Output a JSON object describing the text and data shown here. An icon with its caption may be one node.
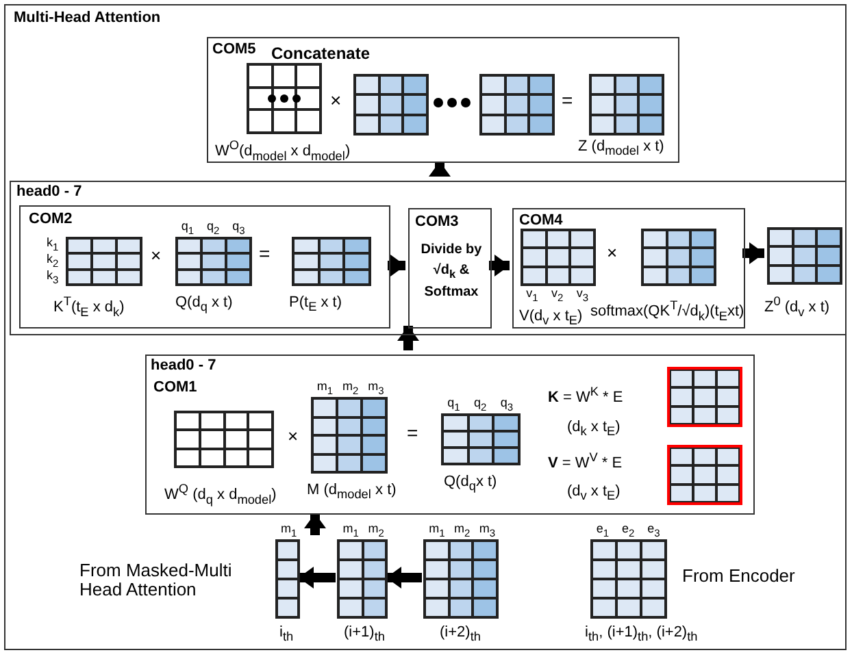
{
  "diagram": {
    "nodes": [
      {
        "text": [
          "Multi-Head Attention"
        ]
      },
      {
        "text": [
          "COM5",
          "Concatenate"
        ],
        "in": 0
      },
      {
        "text": [],
        "shape": "grid",
        "in": 1,
        "beside": [
          "W$^{O}$(d$_{model}$ x d$_{model}$)"
        ]
      },
      {
        "text": [],
        "shape": "grid",
        "in": 1
      },
      {
        "text": [],
        "shape": "grid",
        "in": 1
      },
      {
        "text": [],
        "shape": "grid",
        "in": 1,
        "beside": [
          "Z (d$_{model}$ x t)"
        ]
      },
      {
        "text": [
          "head0 - 7"
        ],
        "in": 0
      },
      {
        "text": [
          "COM2"
        ],
        "in": 6
      },
      {
        "text": [],
        "shape": "grid",
        "in": 7,
        "beside": [
          "k$_{1}$",
          "k$_{2}$",
          "k$_{3}$",
          "K$^{T}$(t$_{E}$ x d$_{k}$)"
        ]
      },
      {
        "text": [],
        "shape": "grid",
        "in": 7,
        "beside": [
          "q$_{1}$",
          "q$_{2}$",
          "q$_{3}$",
          "Q(d$_{q}$ x t)"
        ]
      },
      {
        "text": [],
        "shape": "grid",
        "in": 7,
        "beside": [
          "P(t$_{E}$ x t)"
        ]
      },
      {
        "text": [
          "COM3",
          "Divide by √d$_{k}$ & Softmax"
        ],
        "in": 6
      },
      {
        "text": [
          "COM4"
        ],
        "in": 6
      },
      {
        "text": [],
        "shape": "grid",
        "in": 12,
        "beside": [
          "v$_{1}$",
          "v$_{2}$",
          "v$_{3}$",
          "V(d$_{v}$ x t$_{E}$)"
        ]
      },
      {
        "text": [],
        "shape": "grid",
        "in": 12,
        "beside": [
          "softmax(QK$^{T}$/√d$_{k}$)(t$_{E}$xt)"
        ]
      },
      {
        "text": [],
        "shape": "grid",
        "in": 6,
        "beside": [
          "Z$^{0}$ (d$_{v}$ x t)"
        ]
      },
      {
        "text": [
          "head0 - 7",
          "COM1"
        ],
        "in": 0
      },
      {
        "text": [],
        "shape": "grid",
        "in": 16,
        "beside": [
          "W$^{Q}$ (d$_{q}$ x d$_{model}$)"
        ]
      },
      {
        "text": [],
        "shape": "grid",
        "in": 16,
        "beside": [
          "m$_{1}$",
          "m$_{2}$",
          "m$_{3}$",
          "M (d$_{model}$ x t)"
        ]
      },
      {
        "text": [],
        "shape": "grid",
        "in": 16,
        "beside": [
          "q$_{1}$",
          "q$_{2}$",
          "q$_{3}$",
          "Q(d$_{q}$x t)"
        ]
      },
      {
        "text": [],
        "shape": "grid",
        "in": 16,
        "beside": [
          "**K** = W$^{K}$ * E",
          "(d$_{k}$ x t$_{E}$)"
        ]
      },
      {
        "text": [],
        "shape": "grid",
        "in": 16,
        "beside": [
          "**V** = W$^{V}$ * E",
          "(d$_{v}$ x t$_{E}$)"
        ]
      },
      {
        "text": [],
        "shape": "grid",
        "in": 0,
        "beside": [
          "m$_{1}$",
          "i$_{th}$"
        ]
      },
      {
        "text": [],
        "shape": "grid",
        "in": 0,
        "beside": [
          "m$_{1}$",
          "m$_{2}$",
          "(i+1)$_{th}$"
        ]
      },
      {
        "text": [],
        "shape": "grid",
        "in": 0,
        "beside": [
          "m$_{1}$",
          "m$_{2}$",
          "m$_{3}$",
          "(i+2)$_{th}$"
        ]
      },
      {
        "text": [],
        "shape": "grid",
        "in": 0,
        "beside": [
          "e$_{1}$",
          "e$_{2}$",
          "e$_{3}$",
          "From Encoder",
          "i$_{th}$, (i+1)$_{th}$, (i+2)$_{th}$"
        ]
      }
    ],
    "edges": [
      {
        "from": 24,
        "to": 23,
        "arrow": "to"
      },
      {
        "from": 23,
        "to": 22,
        "arrow": "to"
      },
      {
        "from": 22,
        "to": 16,
        "arrow": "to"
      },
      {
        "from": 16,
        "to": 11,
        "arrow": "to"
      },
      {
        "from": 7,
        "to": 11,
        "arrow": "to"
      },
      {
        "from": 11,
        "to": 12,
        "arrow": "to"
      },
      {
        "from": 12,
        "to": 15,
        "arrow": "to"
      },
      {
        "from": 6,
        "to": 1,
        "arrow": "to"
      }
    ],
    "labels": [
      "×",
      "=",
      "×",
      "=",
      "×",
      "×",
      "=",
      "From Masked-Multi Head Attention"
    ]
  }
}
